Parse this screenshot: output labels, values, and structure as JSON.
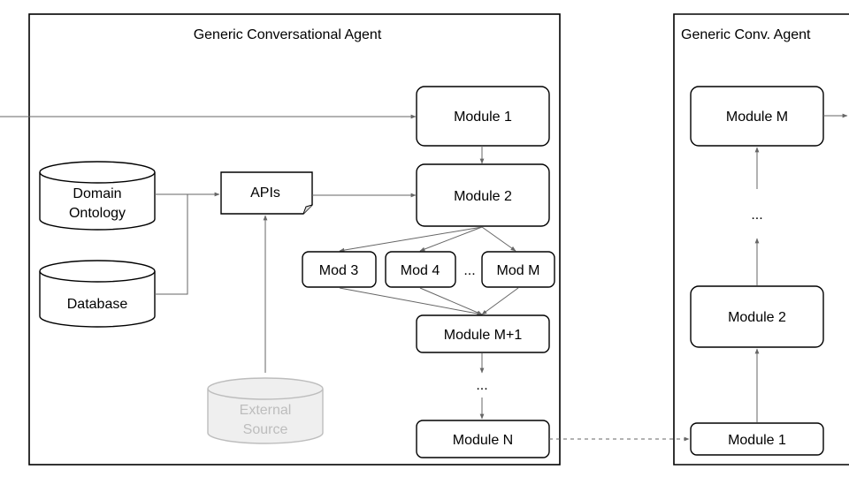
{
  "agent_main": {
    "title": "Generic Conversational Agent",
    "modules": {
      "m1": "Module 1",
      "m2": "Module 2",
      "m3": "Mod 3",
      "m4": "Mod 4",
      "dots_h": "...",
      "mm": "Mod M",
      "mm1": "Module M+1",
      "dots_v": "...",
      "mn": "Module N"
    },
    "sources": {
      "domain_ontology_line1": "Domain",
      "domain_ontology_line2": "Ontology",
      "database": "Database",
      "apis": "APIs",
      "external_line1": "External",
      "external_line2": "Source"
    }
  },
  "agent_second": {
    "title": "Generic Conv. Agent",
    "modules": {
      "m1": "Module 1",
      "m2": "Module 2",
      "dots": "...",
      "mm": "Module M"
    }
  },
  "colors": {
    "box_stroke": "#000000",
    "edge": "#666666",
    "disabled": "#bdbdbd",
    "disabled_fill": "#efefef"
  }
}
